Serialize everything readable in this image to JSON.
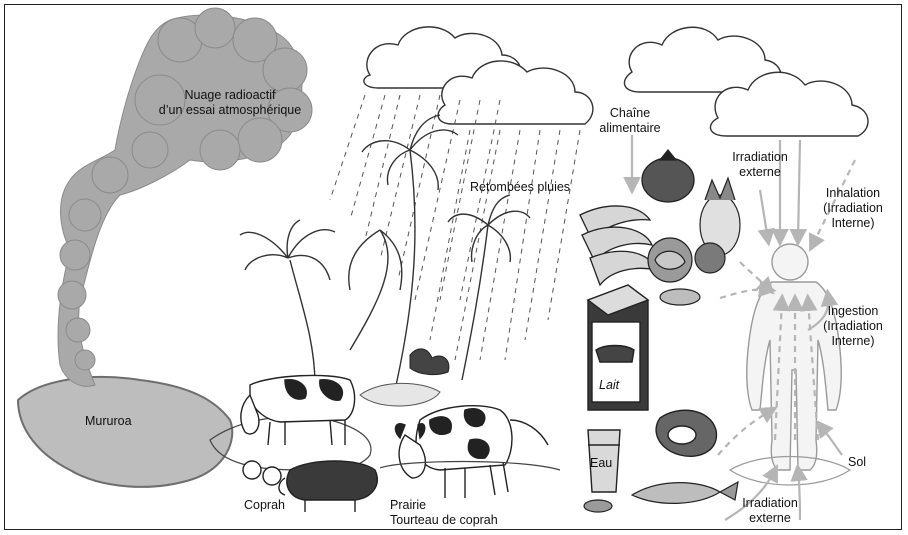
{
  "labels": {
    "cloud_title": "Nuage radioactif",
    "cloud_sub": "d’un essai atmosphérique",
    "mururoa": "Mururoa",
    "retombees": "Retombées pluies",
    "chaine_1": "Chaîne",
    "chaine_2": "alimentaire",
    "irr_ext_top_1": "Irradiation",
    "irr_ext_top_2": "externe",
    "inhal_1": "Inhalation",
    "inhal_2": "(Irradiation",
    "inhal_3": "Interne)",
    "ingest_1": "Ingestion",
    "ingest_2": "(Irradiation",
    "ingest_3": "Interne)",
    "lait": "Lait",
    "eau": "Eau",
    "sol": "Sol",
    "irr_ext_bot_1": "Irradiation",
    "irr_ext_bot_2": "externe",
    "coprah": "Coprah",
    "prairie": "Prairie",
    "tourteau": "Tourteau de coprah"
  },
  "colors": {
    "smoke": "#a9a9a9",
    "lagoon": "#bdbdbd",
    "arrow": "#b5b5b5",
    "ink": "#222222"
  }
}
